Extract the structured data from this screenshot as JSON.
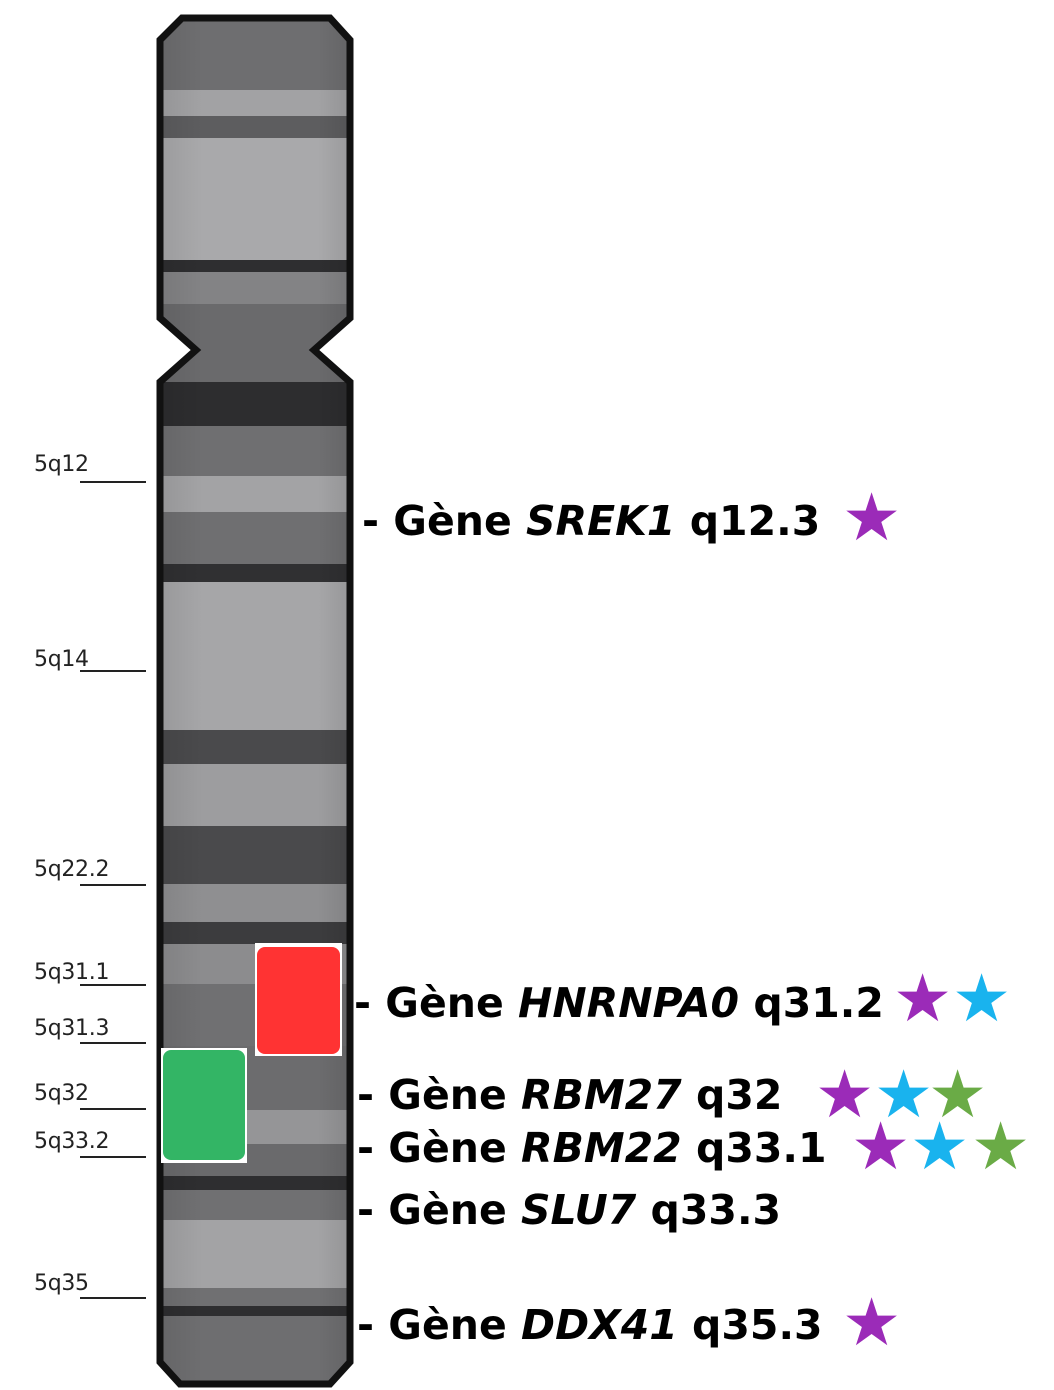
{
  "colors": {
    "purple": "#9b2bb8",
    "blue": "#19b3ee",
    "green": "#6aab46",
    "red_box": "#ff3333",
    "green_box": "#33b565"
  },
  "band_labels": [
    {
      "text": "5q12"
    },
    {
      "text": "5q14"
    },
    {
      "text": "5q22.2"
    },
    {
      "text": "5q31.1"
    },
    {
      "text": "5q31.3"
    },
    {
      "text": "5q32"
    },
    {
      "text": "5q33.2"
    },
    {
      "text": "5q35"
    }
  ],
  "genes": [
    {
      "prefix": "- Gène ",
      "name": "SREK1",
      "locus": " q12.3",
      "stars": [
        "purple"
      ]
    },
    {
      "prefix": "- Gène ",
      "name": "HNRNPA0",
      "locus": " q31.2",
      "stars": [
        "purple",
        "blue"
      ]
    },
    {
      "prefix": "- Gène ",
      "name": "RBM27",
      "locus": " q32",
      "stars": [
        "purple",
        "blue",
        "green"
      ]
    },
    {
      "prefix": "- Gène ",
      "name": "RBM22",
      "locus": " q33.1",
      "stars": [
        "purple",
        "blue",
        "green"
      ]
    },
    {
      "prefix": "- Gène ",
      "name": "SLU7",
      "locus": " q33.3",
      "stars": []
    },
    {
      "prefix": "- Gène ",
      "name": "DDX41",
      "locus": " q35.3",
      "stars": [
        "purple"
      ]
    }
  ],
  "star_glyph": "★"
}
